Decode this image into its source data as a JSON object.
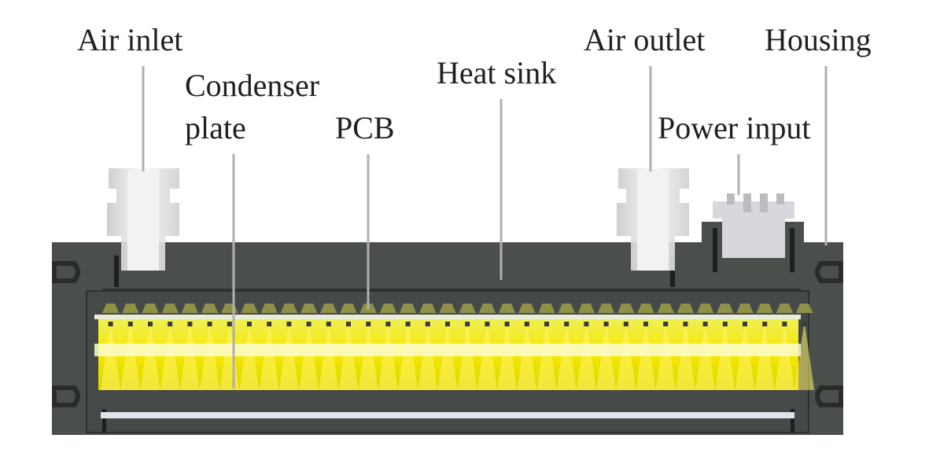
{
  "labels": {
    "air_inlet": "Air inlet",
    "condenser_plate_line1": "Condenser",
    "condenser_plate_line2": "plate",
    "pcb": "PCB",
    "heat_sink": "Heat sink",
    "air_outlet": "Air outlet",
    "housing": "Housing",
    "power_input": "Power input"
  },
  "colors": {
    "housing": "#4b4f4c",
    "housing_edge": "#3a3d3b",
    "glow_yellow": "#f5e800",
    "glow_light": "#fff88a",
    "pcb_plate": "#e8ecd8",
    "fitting": "#e9e9e9",
    "leader_line": "#b0b0b0",
    "text": "#231f20",
    "background": "#ffffff"
  }
}
